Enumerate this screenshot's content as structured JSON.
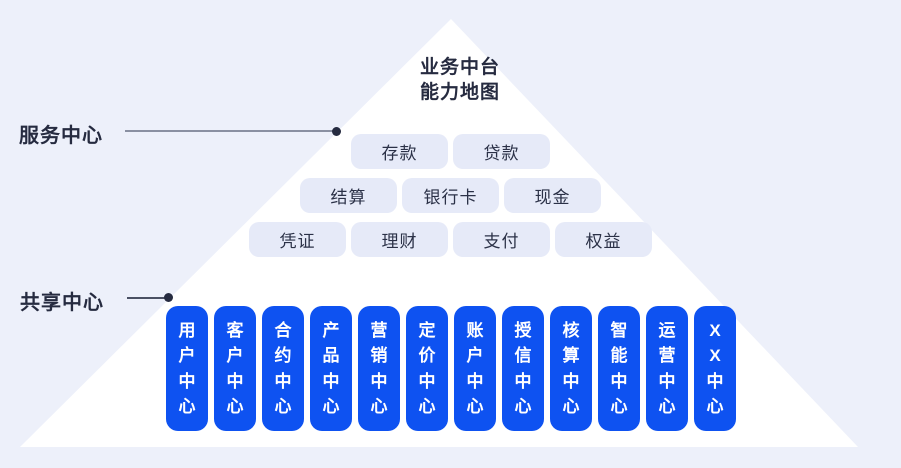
{
  "title": {
    "line1": "业务中台",
    "line2": "能力地图"
  },
  "annotations": {
    "service_center": {
      "label": "服务中心"
    },
    "shared_center": {
      "label": "共享中心"
    }
  },
  "service_rows": {
    "row1": [
      "存款",
      "贷款"
    ],
    "row2": [
      "结算",
      "银行卡",
      "现金"
    ],
    "row3": [
      "凭证",
      "理财",
      "支付",
      "权益"
    ]
  },
  "shared_centers": [
    "用户中心",
    "客户中心",
    "合约中心",
    "产品中心",
    "营销中心",
    "定价中心",
    "账户中心",
    "授信中心",
    "核算中心",
    "智能中心",
    "运营中心",
    "XX中心"
  ],
  "colors": {
    "background": "#edf0fa",
    "pyramid": "#ffffff",
    "capability_pill_bg": "#e6eaf8",
    "pillar_bg": "#0e52f1",
    "text_dark": "#262b40",
    "pillar_text": "#ffffff",
    "connector_line": "#8a90a2"
  }
}
